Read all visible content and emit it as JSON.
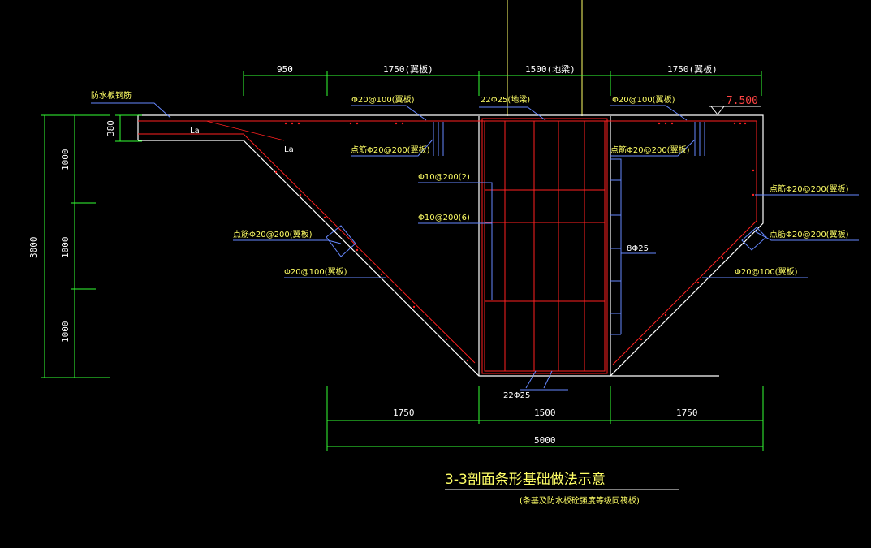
{
  "dimensions": {
    "top": [
      "950",
      "1750(翼板)",
      "1500(地梁)",
      "1750(翼板)"
    ],
    "bottom": [
      "1750",
      "1500",
      "1750"
    ],
    "total": "5000",
    "left_total": "3000",
    "left_segments": [
      "1000",
      "1000",
      "1000"
    ],
    "slab": "380"
  },
  "elevation": "-7.500",
  "labels": {
    "waterproof": "防水板钢筋",
    "la1": "La",
    "la2": "La",
    "top_left_rebar": "Φ20@100(翼板)",
    "top_mid_rebar": "22Φ25(地梁)",
    "top_right_rebar": "Φ20@100(翼板)",
    "dist_left": "点筋Φ20@200(翼板)",
    "dist_right": "点筋Φ20@200(翼板)",
    "stirrup1": "Φ10@200(2)",
    "stirrup2": "Φ10@200(6)",
    "side_bars": "8Φ25",
    "slope_dist_left": "点筋Φ20@200(翼板)",
    "slope_bar_left": "Φ20@100(翼板)",
    "right_dist1": "点筋Φ20@200(翼板)",
    "right_dist2": "点筋Φ20@200(翼板)",
    "slope_bar_right": "Φ20@100(翼板)",
    "bottom_bars": "22Φ25"
  },
  "title": "3-3剖面条形基础做法示意",
  "subtitle": "(条基及防水板砼强度等级同筏板)",
  "colors": {
    "background": "#000000",
    "concrete": "#ffffff",
    "rebar": "#ff2020",
    "dimension": "#33ff33",
    "leader": "#6688ff",
    "axis": "#ffff66",
    "text": "#ffffff"
  }
}
